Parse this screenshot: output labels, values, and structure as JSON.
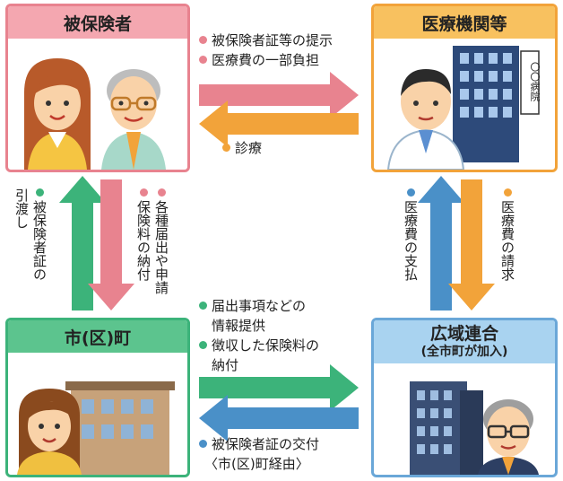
{
  "boxes": {
    "insured": "被保険者",
    "medical": "医療機関等",
    "municipality": "市(区)町",
    "union": "広域連合",
    "union_sub": "(全市町が加入)"
  },
  "top_flow": {
    "to_medical": [
      "被保険者証等の提示",
      "医療費の一部負担"
    ],
    "to_insured": "診療"
  },
  "left_flow": {
    "up": [
      "被保険者証の",
      "引渡し"
    ],
    "down": [
      "各種届出や申請",
      "保険料の納付"
    ]
  },
  "right_flow": {
    "up": "医療費の支払",
    "down": "医療費の請求"
  },
  "bottom_flow": {
    "to_union": [
      "届出事項などの",
      "情報提供",
      "徴収した保険料の",
      "納付"
    ],
    "to_municipality": [
      "被保険者証の交付",
      "〈市(区)町経由〉"
    ]
  },
  "sign_text": "〇〇病院",
  "colors": {
    "pink": "#e8838f",
    "orange": "#f2a33a",
    "green": "#3cb37a",
    "blue": "#4a90c8"
  }
}
